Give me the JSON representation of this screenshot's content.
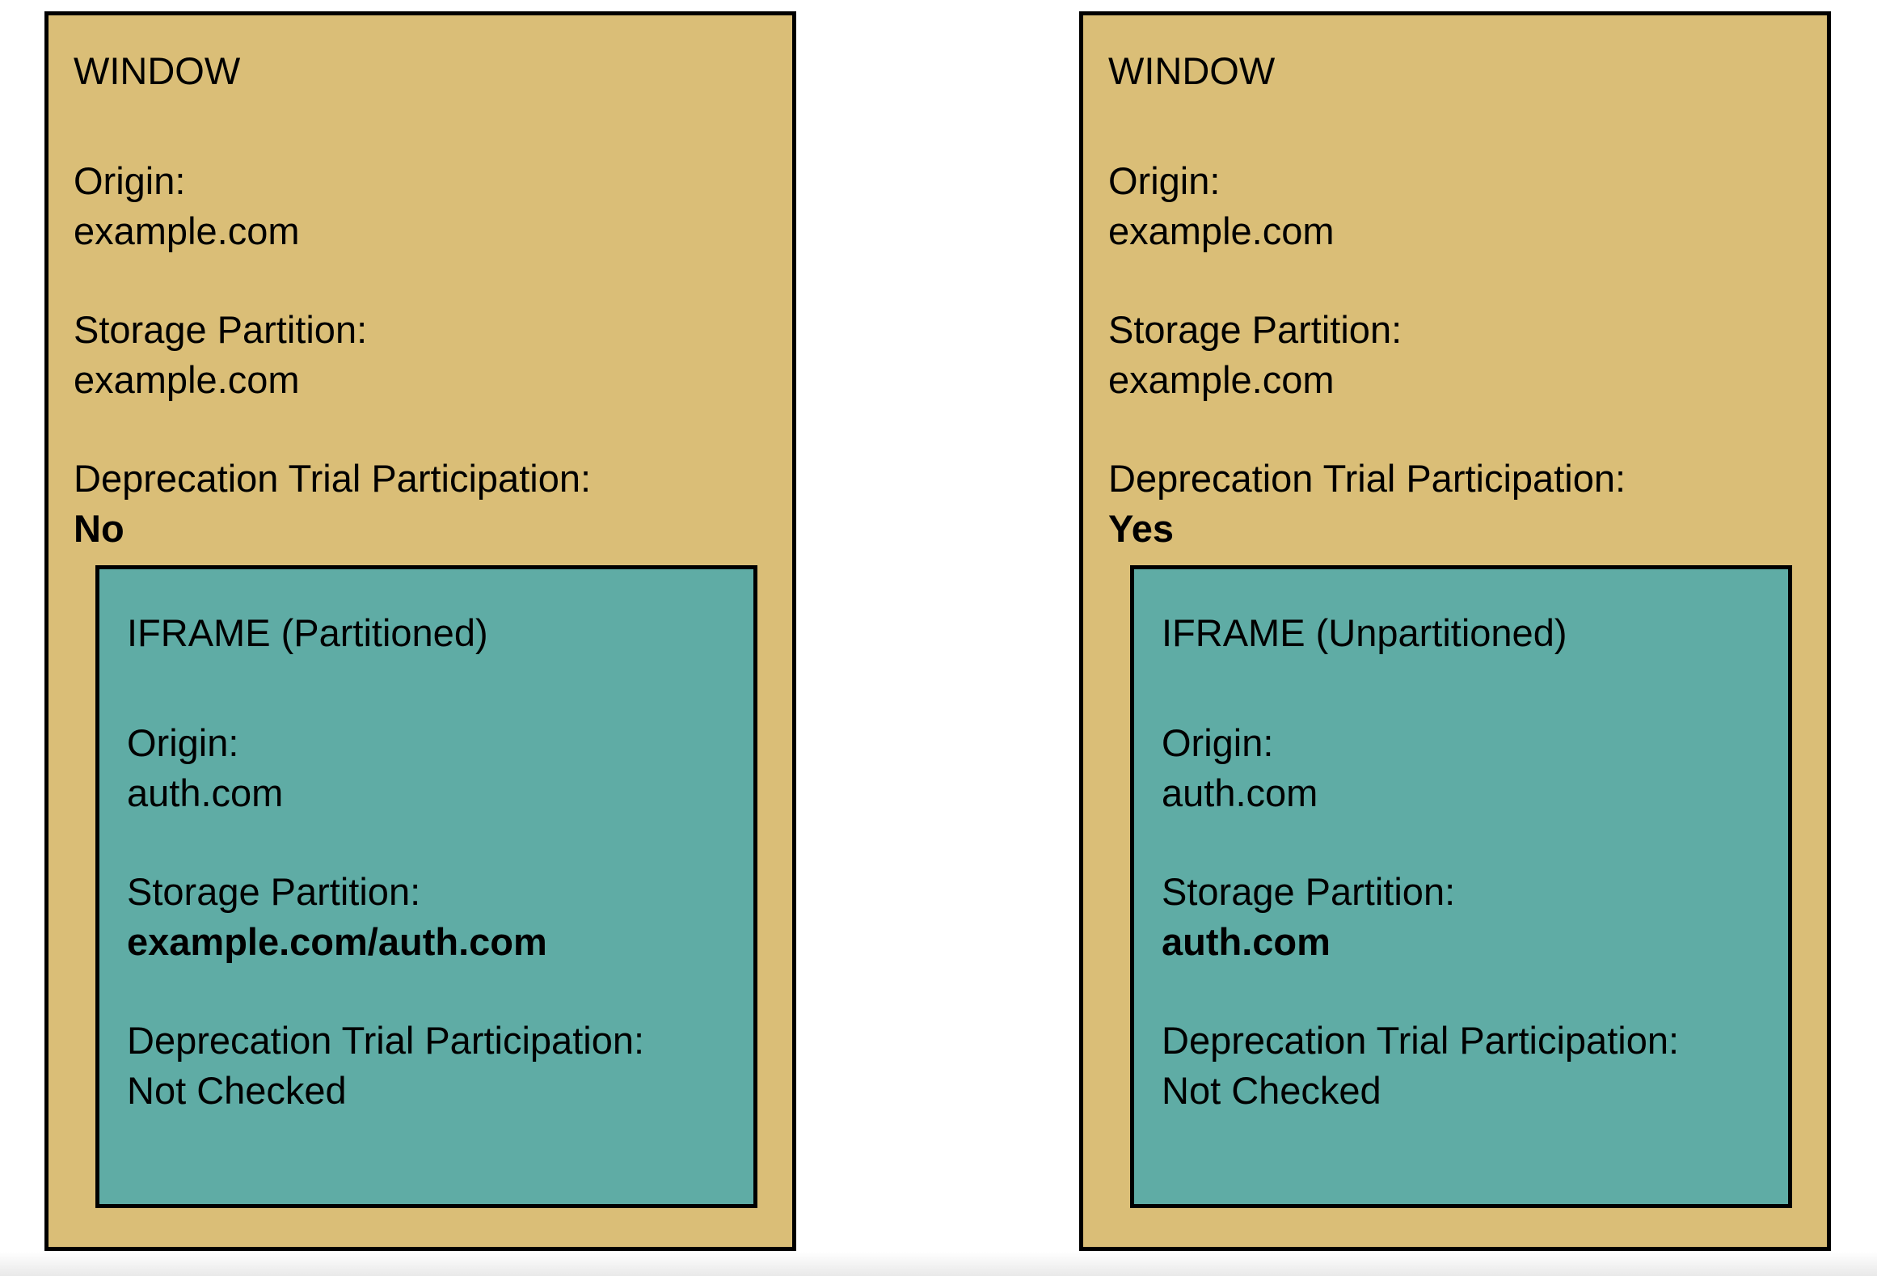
{
  "colors": {
    "window_fill": "#DABE77",
    "iframe_fill": "#5FACA5",
    "border": "#000000",
    "page_background": "#FFFFFF"
  },
  "panels": [
    {
      "title": "WINDOW",
      "fields": [
        {
          "label": "Origin:",
          "value": "example.com",
          "bold": false
        },
        {
          "label": "Storage Partition:",
          "value": "example.com",
          "bold": false
        },
        {
          "label": "Deprecation Trial Participation:",
          "value": "No",
          "bold": true
        }
      ],
      "iframe": {
        "title": "IFRAME (Partitioned)",
        "fields": [
          {
            "label": "Origin:",
            "value": "auth.com",
            "bold": false
          },
          {
            "label": "Storage Partition:",
            "value": "example.com/auth.com",
            "bold": true
          },
          {
            "label": "Deprecation Trial Participation:",
            "value": "Not Checked",
            "bold": false
          }
        ]
      }
    },
    {
      "title": "WINDOW",
      "fields": [
        {
          "label": "Origin:",
          "value": "example.com",
          "bold": false
        },
        {
          "label": "Storage Partition:",
          "value": "example.com",
          "bold": false
        },
        {
          "label": "Deprecation Trial Participation:",
          "value": "Yes",
          "bold": true
        }
      ],
      "iframe": {
        "title": "IFRAME (Unpartitioned)",
        "fields": [
          {
            "label": "Origin:",
            "value": "auth.com",
            "bold": false
          },
          {
            "label": "Storage Partition:",
            "value": "auth.com",
            "bold": true
          },
          {
            "label": "Deprecation Trial Participation:",
            "value": "Not Checked",
            "bold": false
          }
        ]
      }
    }
  ]
}
